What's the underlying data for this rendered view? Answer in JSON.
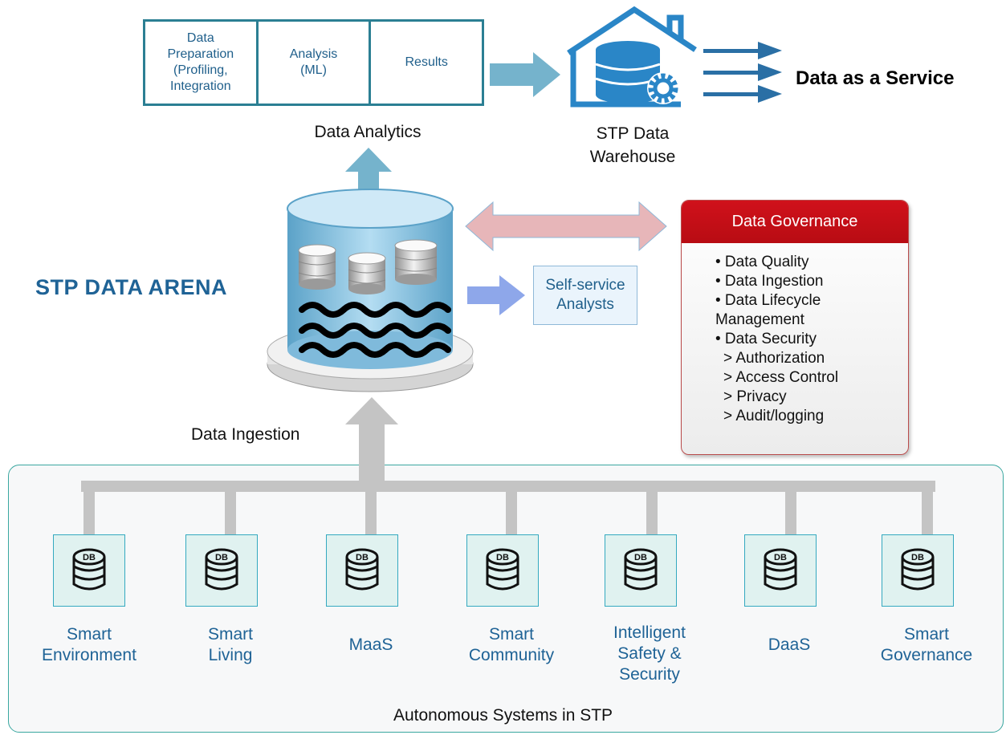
{
  "pipeline": {
    "steps": [
      "Data\nPreparation\n(Profiling,\nIntegration",
      "Analysis\n(ML)",
      "Results"
    ],
    "label": "Data Analytics"
  },
  "warehouse": {
    "label": "STP Data\nWarehouse",
    "icon": "data-warehouse-icon"
  },
  "daas": {
    "label": "Data as a Service"
  },
  "arena": {
    "title": "STP DATA ARENA",
    "icon": "data-lake-icon"
  },
  "self_service": {
    "label": "Self-service\nAnalysts"
  },
  "governance": {
    "title": "Data Governance",
    "items": [
      "• Data Quality",
      "• Data Ingestion",
      "• Data Lifecycle\n  Management",
      "• Data Security"
    ],
    "sub_items": [
      "> Authorization",
      "> Access Control",
      "> Privacy",
      "> Audit/logging"
    ],
    "header_color": "#c8101a"
  },
  "ingestion": {
    "label": "Data Ingestion"
  },
  "systems": {
    "title": "Autonomous Systems in STP",
    "db_label": "DB",
    "items": [
      "Smart\nEnvironment",
      "Smart\nLiving",
      "MaaS",
      "Smart\nCommunity",
      "Intelligent\nSafety &\nSecurity",
      "DaaS",
      "Smart\nGovernance"
    ]
  },
  "colors": {
    "teal": "#2b7f93",
    "arrow_blue": "#75b3cc",
    "dark_blue_arrow": "#2a6fa5",
    "pink_arrow": "#e7b6b9",
    "purple_arrow": "#8ea7ea",
    "connector_gray": "#c4c4c4"
  }
}
